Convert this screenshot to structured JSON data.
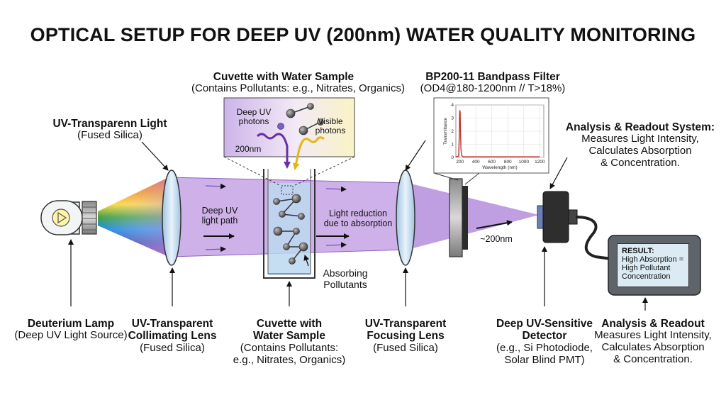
{
  "title": "OPTICAL SETUP FOR DEEP UV (200nm) WATER QUALITY MONITORING",
  "colors": {
    "beam": "#c9a8e6",
    "beam_edge": "#8b62c2",
    "cuvette_water": "#bcd8ef",
    "display": "#dbeaf3",
    "filter_curve": "#c0392b",
    "deep_uv_arrow": "#6a2fa8",
    "visible_arrow": "#e8b417"
  },
  "icons": [
    "lamp-icon",
    "molecule-icon",
    "cable-icon"
  ],
  "top_labels": {
    "cuvette": {
      "name": "Cuvette with Water Sample",
      "desc": "(Contains Pollutants: e.g., Nitrates, Organics)"
    },
    "filter": {
      "name": "BP200-11 Bandpass Filter",
      "desc": "(OD4@180-1200nm // T>18%)"
    },
    "light": {
      "name": "UV-Transparenn Light",
      "desc": "(Fused Silica)"
    },
    "analysis": {
      "name": "Analysis & Readout System:",
      "line1": "Measures Light Intensity,",
      "line2": "Calculates Absorption",
      "line3": "& Concentration."
    }
  },
  "inset": {
    "deep_uv": "Deep UV",
    "photons": "photons",
    "nm": "200nm",
    "visible": "Visible",
    "visible_photons": "photons"
  },
  "beam_labels": {
    "deep_uv_line1": "Deep UV",
    "deep_uv_line2": "light path",
    "reduction_line1": "Light reduction",
    "reduction_line2": "due to absorption",
    "wavelength": "~200nm",
    "absorbing_line1": "Absorbing",
    "absorbing_line2": "Pollutants"
  },
  "readout": {
    "heading": "RESULT:",
    "line1": "High Absorption =",
    "line2": "High Pollutant",
    "line3": "Concentration"
  },
  "bottom_labels": {
    "lamp": {
      "name": "Deuterium Lamp",
      "desc": "(Deep UV Light Source)"
    },
    "collimating": {
      "name1": "UV-Transparent",
      "name2": "Collimating Lens",
      "desc": "(Fused Silica)"
    },
    "cuvette": {
      "name1": "Cuvette with",
      "name2": "Water Sample",
      "desc1": "(Contains Pollutants:",
      "desc2": "e.g., Nitrates, Organics)"
    },
    "focusing": {
      "name1": "UV-Transparent",
      "name2": "Focusing Lens",
      "desc": "(Fused Silica)"
    },
    "detector": {
      "name1": "Deep UV-Sensitive",
      "name2": "Detector",
      "desc1": "(e.g., Si Photodiode,",
      "desc2": "Solar Blind PMT)"
    },
    "analysis": {
      "name": "Analysis & Readout",
      "line1": "Measures Light Intensity,",
      "line2": "Calculates Absorption",
      "line3": "& Concentration."
    }
  },
  "chart_data": {
    "type": "line",
    "title": "",
    "xlabel": "Wavelength (nm)",
    "ylabel": "Transmittance",
    "xlim": [
      150,
      1250
    ],
    "ylim": [
      0,
      4
    ],
    "x_ticks": [
      "200",
      "400",
      "600",
      "800",
      "1000",
      "1200"
    ],
    "y_ticks": [
      "0",
      "1",
      "2",
      "3",
      "4"
    ],
    "grid": true,
    "series": [
      {
        "x": [
          150,
          185,
          192,
          196,
          200,
          204,
          208,
          214,
          222,
          240,
          400,
          600,
          800,
          1000,
          1200
        ],
        "y": [
          0.05,
          0.1,
          1.5,
          3.4,
          3.6,
          3.4,
          2.0,
          0.6,
          0.15,
          0.05,
          0.05,
          0.05,
          0.05,
          0.05,
          0.05
        ]
      }
    ]
  }
}
